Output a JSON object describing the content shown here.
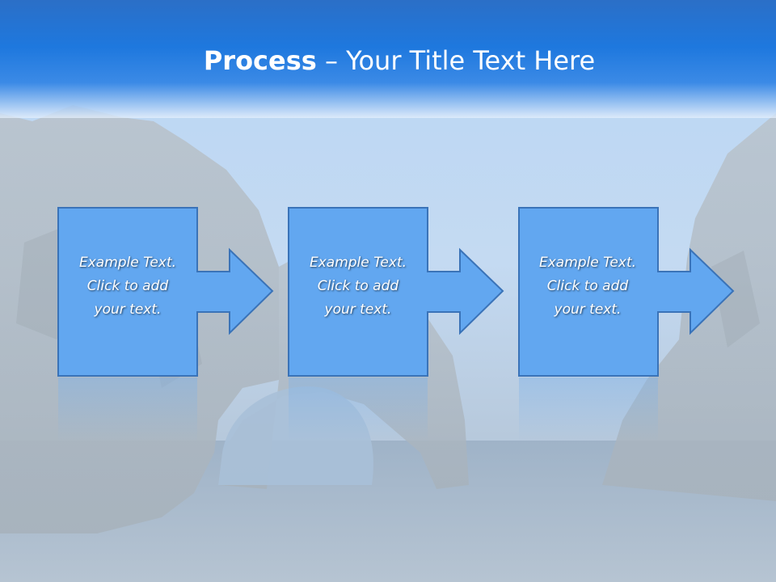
{
  "slide": {
    "title_bold": "Process",
    "title_dash": " – ",
    "title_rest": "Your Title Text Here"
  },
  "steps": [
    {
      "line1": "Example Text.",
      "line2": "Click  to add",
      "line3": "your text."
    },
    {
      "line1": "Example Text.",
      "line2": "Click  to add",
      "line3": "your text."
    },
    {
      "line1": "Example Text.",
      "line2": "Click  to add",
      "line3": "your text."
    }
  ],
  "colors": {
    "title_bar": "#1e78de",
    "step_fill": "#62a7f0",
    "step_stroke": "#3a73b8"
  },
  "background": {
    "icon": "sea-arch-rocks-photo"
  }
}
